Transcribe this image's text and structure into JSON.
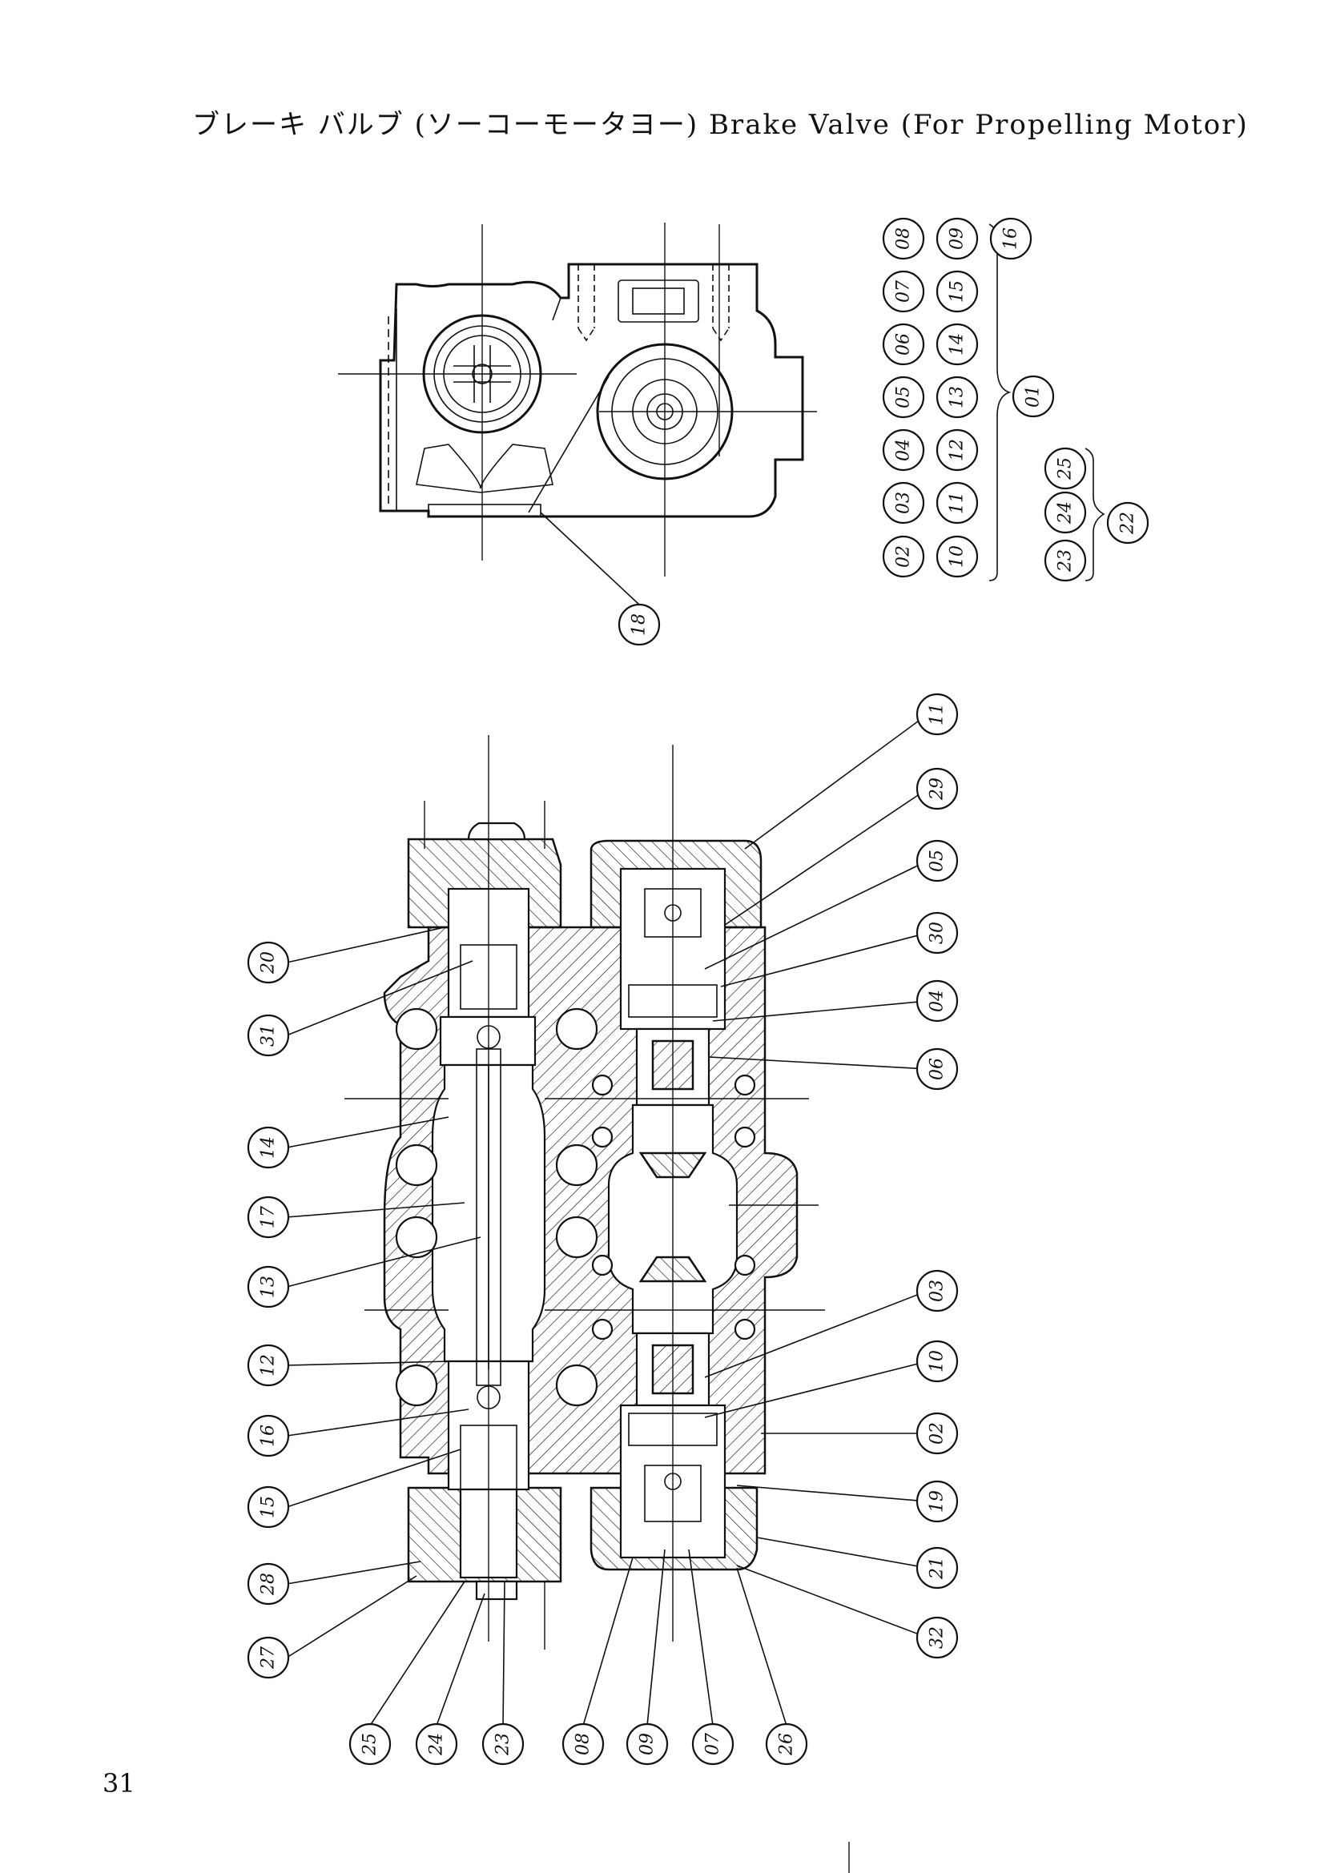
{
  "title": "ブレーキ バルブ (ソーコーモータヨー) Brake Valve (For Propelling Motor)",
  "page_number": "31",
  "part_groups": [
    {
      "parent": "01",
      "members": [
        "02",
        "03",
        "04",
        "05",
        "06",
        "07",
        "08",
        "09",
        "10",
        "11",
        "12",
        "13",
        "14",
        "15",
        "16"
      ]
    },
    {
      "parent": "22",
      "members": [
        "23",
        "24",
        "25"
      ]
    }
  ],
  "top_view_callouts": [
    "18"
  ],
  "section_view_callouts": {
    "right_side": [
      "11",
      "29",
      "05",
      "30",
      "04",
      "06",
      "03",
      "10",
      "02",
      "19",
      "21",
      "32"
    ],
    "left_side": [
      "20",
      "31",
      "14",
      "17",
      "13",
      "12",
      "16",
      "15",
      "28",
      "27"
    ],
    "bottom": [
      "25",
      "24",
      "23",
      "08",
      "09",
      "07",
      "26"
    ]
  }
}
